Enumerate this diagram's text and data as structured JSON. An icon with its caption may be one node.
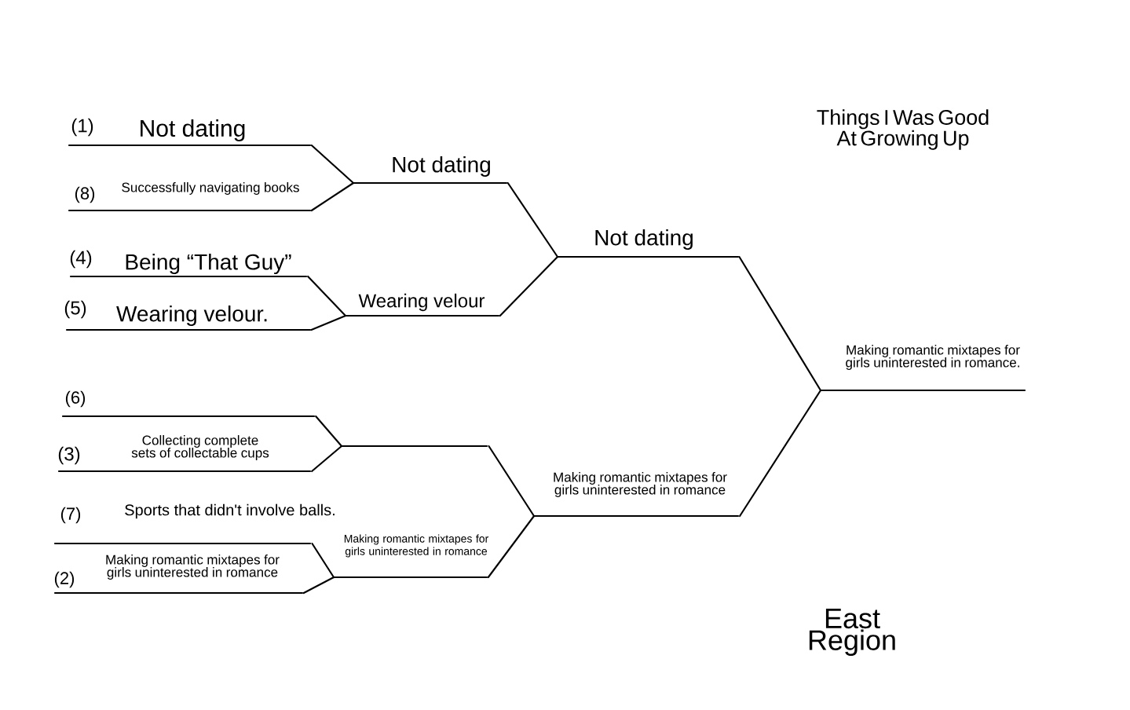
{
  "diagram": {
    "title": "Things I Was Good At Growing Up",
    "nodes": [
      {
        "text": [
          "(1)",
          "Not dating"
        ]
      },
      {
        "text": [
          "(8)",
          "Successfully navigating books"
        ]
      },
      {
        "text": [
          "(4)",
          "Being “That Guy”"
        ]
      },
      {
        "text": [
          "(5)",
          "Wearing velour."
        ]
      },
      {
        "text": [
          "(6)"
        ]
      },
      {
        "text": [
          "(3)",
          "Collecting complete sets of collectable cups"
        ]
      },
      {
        "text": [
          "(7)",
          "Sports that didn't involve balls."
        ]
      },
      {
        "text": [
          "(2)",
          "Making romantic mixtapes for girls uninterested in romance"
        ]
      },
      {
        "text": [
          "Not dating"
        ]
      },
      {
        "text": [
          "Wearing velour"
        ]
      },
      {
        "text": [],
        "shape": "bar"
      },
      {
        "text": [
          "Making romantic mixtapes for girls uninterested in romance"
        ]
      },
      {
        "text": [
          "Not dating"
        ]
      },
      {
        "text": [
          "Making romantic mixtapes for girls uninterested in romance"
        ]
      },
      {
        "text": [
          "Making romantic mixtapes for girls uninterested in romance."
        ]
      }
    ],
    "edges": [
      {
        "from": 0,
        "to": 8,
        "arrow": "none"
      },
      {
        "from": 1,
        "to": 8,
        "arrow": "none"
      },
      {
        "from": 2,
        "to": 9,
        "arrow": "none"
      },
      {
        "from": 3,
        "to": 9,
        "arrow": "none"
      },
      {
        "from": 4,
        "to": 10,
        "arrow": "none"
      },
      {
        "from": 5,
        "to": 10,
        "arrow": "none"
      },
      {
        "from": 6,
        "to": 11,
        "arrow": "none"
      },
      {
        "from": 7,
        "to": 11,
        "arrow": "none"
      },
      {
        "from": 8,
        "to": 12,
        "arrow": "none"
      },
      {
        "from": 9,
        "to": 12,
        "arrow": "none"
      },
      {
        "from": 10,
        "to": 13,
        "arrow": "none"
      },
      {
        "from": 11,
        "to": 13,
        "arrow": "none"
      },
      {
        "from": 12,
        "to": 14,
        "arrow": "none"
      },
      {
        "from": 13,
        "to": 14,
        "arrow": "none"
      }
    ],
    "labels": [
      "East Region"
    ]
  }
}
